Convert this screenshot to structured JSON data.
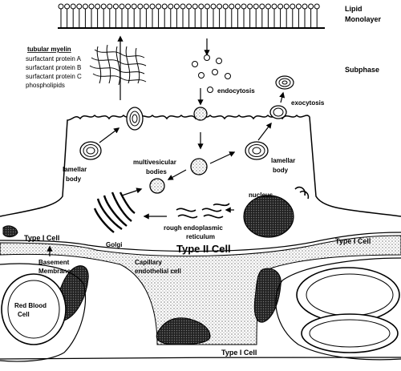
{
  "labels": {
    "lipid_monolayer": [
      "Lipid",
      "Monolayer"
    ],
    "subphase": "Subphase",
    "tubular_myelin": "tubular myelin",
    "tm_components": [
      "surfactant protein A",
      "surfactant protein B",
      "surfactant protein C",
      "phospholipids"
    ],
    "endocytosis": "endocytosis",
    "exocytosis": "exocytosis",
    "lamellar_body_left": [
      "lamellar",
      "body"
    ],
    "lamellar_body_right": [
      "lamellar",
      "body"
    ],
    "multivesicular_bodies": [
      "multivesicular",
      "bodies"
    ],
    "nucleus": "nucleus",
    "rough_er": [
      "rough  endoplasmic",
      "reticulum"
    ],
    "golgi": "Golgi",
    "type_i_cell_left": "Type I Cell",
    "type_i_cell_right": "Type I Cell",
    "type_i_cell_bottom": "Type I Cell",
    "type_ii_cell": "Type II Cell",
    "basement_membrane": [
      "Basement",
      "Membrane"
    ],
    "capillary_endothelial": [
      "Capillary",
      "endothelial  cell"
    ],
    "red_blood_cell": [
      "Red Blood",
      "Cell"
    ]
  },
  "colors": {
    "ink": "#000000",
    "paper": "#ffffff",
    "stipple": "#8a8a8a"
  }
}
